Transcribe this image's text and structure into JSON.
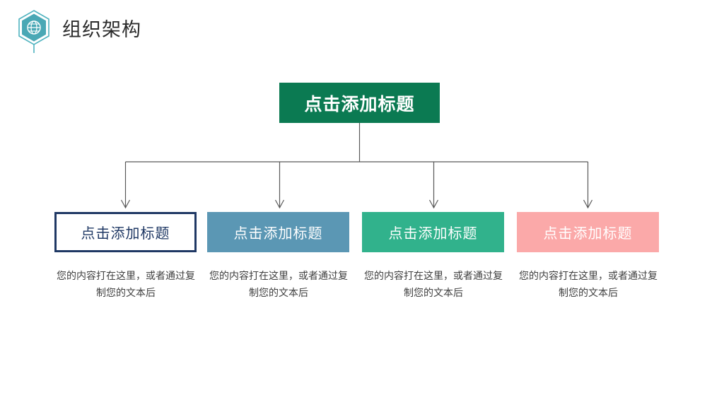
{
  "header": {
    "title": "组织架构",
    "logo_icon": "globe-hexagon-icon"
  },
  "colors": {
    "root": "#0b7a52",
    "child_1_border": "#1f3864",
    "child_2": "#5b97b4",
    "child_3": "#31b28c",
    "child_4": "#fba9a9",
    "connector": "#595959",
    "logo": "#4fb3bf",
    "title_text": "#2b2b2b",
    "caption_text": "#3f3f3f"
  },
  "chart_data": {
    "type": "diagram",
    "title": "组织架构",
    "root": {
      "label": "点击添加标题"
    },
    "children": [
      {
        "label": "点击添加标题",
        "caption": "您的内容打在这里，或者通过复制您的文本后",
        "style": "outline-navy"
      },
      {
        "label": "点击添加标题",
        "caption": "您的内容打在这里，或者通过复制您的文本后",
        "style": "filled-blue"
      },
      {
        "label": "点击添加标题",
        "caption": "您的内容打在这里，或者通过复制您的文本后",
        "style": "filled-green"
      },
      {
        "label": "点击添加标题",
        "caption": "您的内容打在这里，或者通过复制您的文本后",
        "style": "filled-pink"
      }
    ]
  }
}
